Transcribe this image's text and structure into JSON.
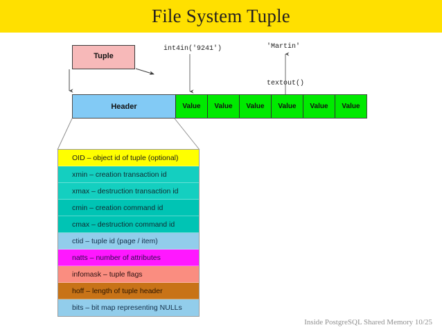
{
  "slide": {
    "title": "File System Tuple",
    "banner_color": "#ffe000",
    "footer": "Inside PostgreSQL Shared Memory  10/25"
  },
  "tuple_box": {
    "label": "Tuple",
    "fill": "#f7b9b9"
  },
  "annotations": {
    "int4in": "int4in('9241')",
    "martin": "'Martin'",
    "textout": "textout()"
  },
  "tuple_strip": {
    "header_label": "Header",
    "header_fill": "#82caf5",
    "value_fill": "#00ea00",
    "values": [
      {
        "label": "Value"
      },
      {
        "label": "Value"
      },
      {
        "label": "Value"
      },
      {
        "label": "Value"
      },
      {
        "label": "Value"
      },
      {
        "label": "Value"
      }
    ]
  },
  "header_detail": {
    "rows": [
      {
        "text": "OID – object id of tuple (optional)",
        "bg": "#ffff00",
        "fg": "#1a1a1a"
      },
      {
        "text": "xmin – creation transaction id",
        "bg": "#14cfc0",
        "fg": "#102a30"
      },
      {
        "text": "xmax – destruction transaction id",
        "bg": "#14cfc0",
        "fg": "#102a30"
      },
      {
        "text": "cmin – creation command id",
        "bg": "#00c4b4",
        "fg": "#102a30"
      },
      {
        "text": "cmax – destruction command id",
        "bg": "#00c4b4",
        "fg": "#102a30"
      },
      {
        "text": "ctid – tuple id (page / item)",
        "bg": "#92cdeb",
        "fg": "#13304a"
      },
      {
        "text": "natts – number of attributes",
        "bg": "#ff18ff",
        "fg": "#2a0a4a"
      },
      {
        "text": "infomask – tuple flags",
        "bg": "#fa8d80",
        "fg": "#2a1010"
      },
      {
        "text": "hoff – length of tuple header",
        "bg": "#c87317",
        "fg": "#2a1400"
      },
      {
        "text": "bits – bit map representing NULLs",
        "bg": "#92cdeb",
        "fg": "#13304a"
      }
    ]
  }
}
